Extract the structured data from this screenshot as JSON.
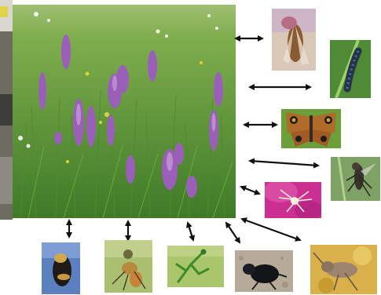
{
  "diagram": {
    "center_image": {
      "subject": "prairie-meadow-with-purple-blazing-star-flowers"
    },
    "arrow_style": "double-headed",
    "connected_images": [
      {
        "id": "cicada",
        "subject": "cicada-on-flower-stem"
      },
      {
        "id": "caterpillar",
        "subject": "spiky-caterpillar-on-grass"
      },
      {
        "id": "buckeye-butterfly",
        "subject": "buckeye-butterfly-with-eyespots"
      },
      {
        "id": "robber-fly",
        "subject": "robber-fly-on-grass-stem"
      },
      {
        "id": "crab-spider",
        "subject": "white-crab-spider-on-pink-flower"
      },
      {
        "id": "bumblebee",
        "subject": "bumblebee-on-blue-flower"
      },
      {
        "id": "hoverfly",
        "subject": "fly-with-prey"
      },
      {
        "id": "mantis",
        "subject": "green-praying-mantis"
      },
      {
        "id": "beetle",
        "subject": "black-dung-beetle"
      },
      {
        "id": "cricket",
        "subject": "cricket-on-yellow-flower"
      }
    ]
  },
  "colors": {
    "arrow": "#111111",
    "meadow_green": "#5e9a3a",
    "flower_purple": "#9a5fb8"
  }
}
